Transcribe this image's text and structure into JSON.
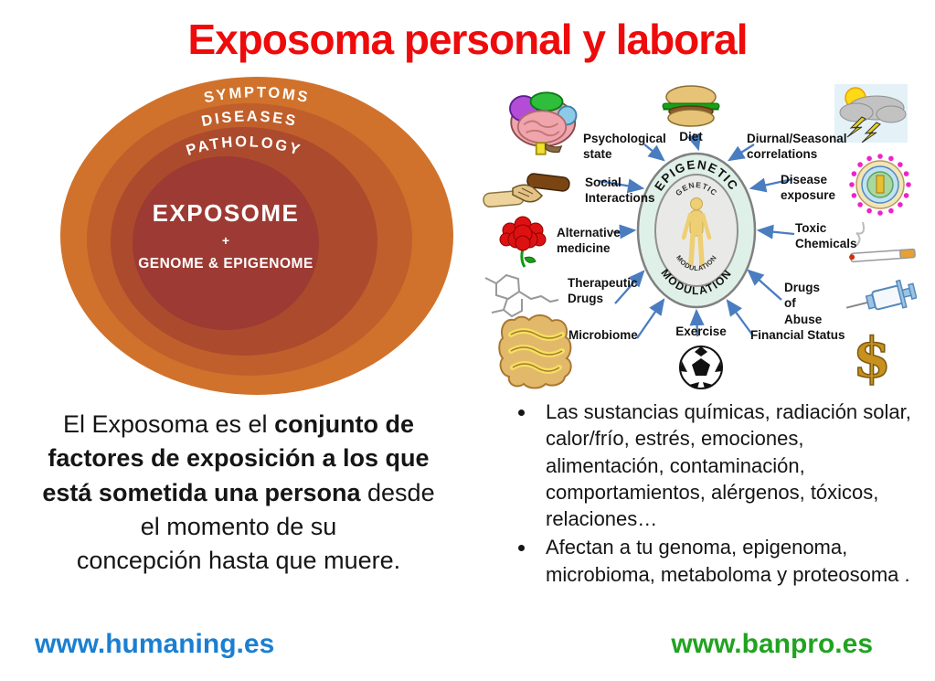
{
  "title": "Exposoma personal y laboral",
  "colors": {
    "title": "#EE0B0B",
    "arrow": "#4A7DC0",
    "oval_outer_fill": "#DFF0E8",
    "oval_outer_stroke": "#808080",
    "oval_inner_fill": "#E9E9E7",
    "oval_inner_stroke": "#909090",
    "url_left": "#1B7FD1",
    "url_right": "#21A321"
  },
  "exposome_diagram": {
    "ring_labels": [
      "SYMPTOMS",
      "DISEASES",
      "PATHOLOGY"
    ],
    "ring_colors": [
      "#D0722B",
      "#C05F2C",
      "#AC4A2D",
      "#9C3A33"
    ],
    "center_title": "EXPOSOME",
    "center_plus": "+",
    "center_subtitle": "GENOME & EPIGENOME"
  },
  "epigenetic_diagram": {
    "center": {
      "outer_top_label": "EPIGENETIC",
      "outer_bottom_label": "MODULATION",
      "inner_top_label": "GENETIC",
      "inner_bottom_label": "MODULATION"
    },
    "dollar_glyph": "$",
    "factors": [
      {
        "icon": "brain-icon",
        "label": "Psychological state"
      },
      {
        "icon": "burger-icon",
        "label": "Diet"
      },
      {
        "icon": "weather-icon",
        "label": "Diurnal/Seasonal correlations"
      },
      {
        "icon": "handshake-icon",
        "label": "Social Interactions"
      },
      {
        "icon": "virus-icon",
        "label": "Disease exposure"
      },
      {
        "icon": "rose-icon",
        "label": "Alternative medicine"
      },
      {
        "icon": "cigarette-icon",
        "label": "Toxic Chemicals"
      },
      {
        "icon": "molecule-icon",
        "label": "Therapeutic Drugs"
      },
      {
        "icon": "syringe-icon",
        "label": "Drugs of Abuse"
      },
      {
        "icon": "intestine-icon",
        "label": "Microbiome"
      },
      {
        "icon": "soccer-icon",
        "label": "Exercise"
      },
      {
        "icon": "dollar-icon",
        "label": "Financial Status"
      }
    ]
  },
  "definition": {
    "line1_normal": "El Exposoma es el ",
    "line1_bold": "conjunto de",
    "line2_bold": "factores de exposición a los que",
    "line3_bold": "está sometida una persona",
    "line3_normal": " desde",
    "line4": "el momento de su",
    "line5": "concepción  hasta que  muere."
  },
  "bullets": [
    "Las sustancias químicas, radiación solar, calor/frío, estrés, emociones, alimentación, contaminación, comportamientos, alérgenos, tóxicos, relaciones…",
    "Afectan a tu genoma, epigenoma, microbioma, metaboloma y proteosoma ."
  ],
  "footer": {
    "left_url": "www.humaning.es",
    "right_url": "www.banpro.es"
  }
}
